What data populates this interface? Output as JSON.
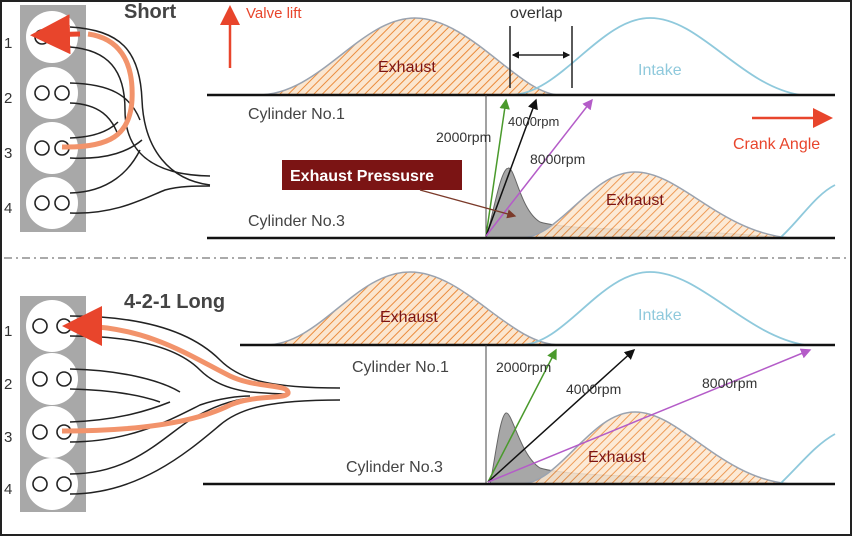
{
  "top": {
    "title": "Short",
    "valve_lift": "Valve lift",
    "overlap": "overlap",
    "crank_angle": "Crank Angle",
    "exhaust": "Exhaust",
    "intake": "Intake",
    "cylinder1": "Cylinder No.1",
    "cylinder3": "Cylinder No.3",
    "exhaust_pressure": "Exhaust Pressusre",
    "rpm": [
      "2000rpm",
      "4000rpm",
      "8000rpm"
    ],
    "exhaust_lower": "Exhaust"
  },
  "bottom": {
    "title": "4-2-1 Long",
    "exhaust": "Exhaust",
    "intake": "Intake",
    "cylinder1": "Cylinder No.1",
    "cylinder3": "Cylinder No.3",
    "rpm": [
      "2000rpm",
      "4000rpm",
      "8000rpm"
    ],
    "exhaust_lower": "Exhaust"
  },
  "cylinder_numbers": [
    "1",
    "2",
    "3",
    "4"
  ],
  "colors": {
    "accent_red": "#e8452c",
    "flow_orange": "#f2936b",
    "exhaust_hatch": "#f0a25a",
    "intake_blue": "#8fc9dc",
    "pressure_gray": "#8a8a8a",
    "label_dark_red": "#7b1414",
    "arrow_green": "#4a9a2c",
    "arrow_purple": "#b45cc8",
    "engine_block": "#a8a8a8"
  }
}
